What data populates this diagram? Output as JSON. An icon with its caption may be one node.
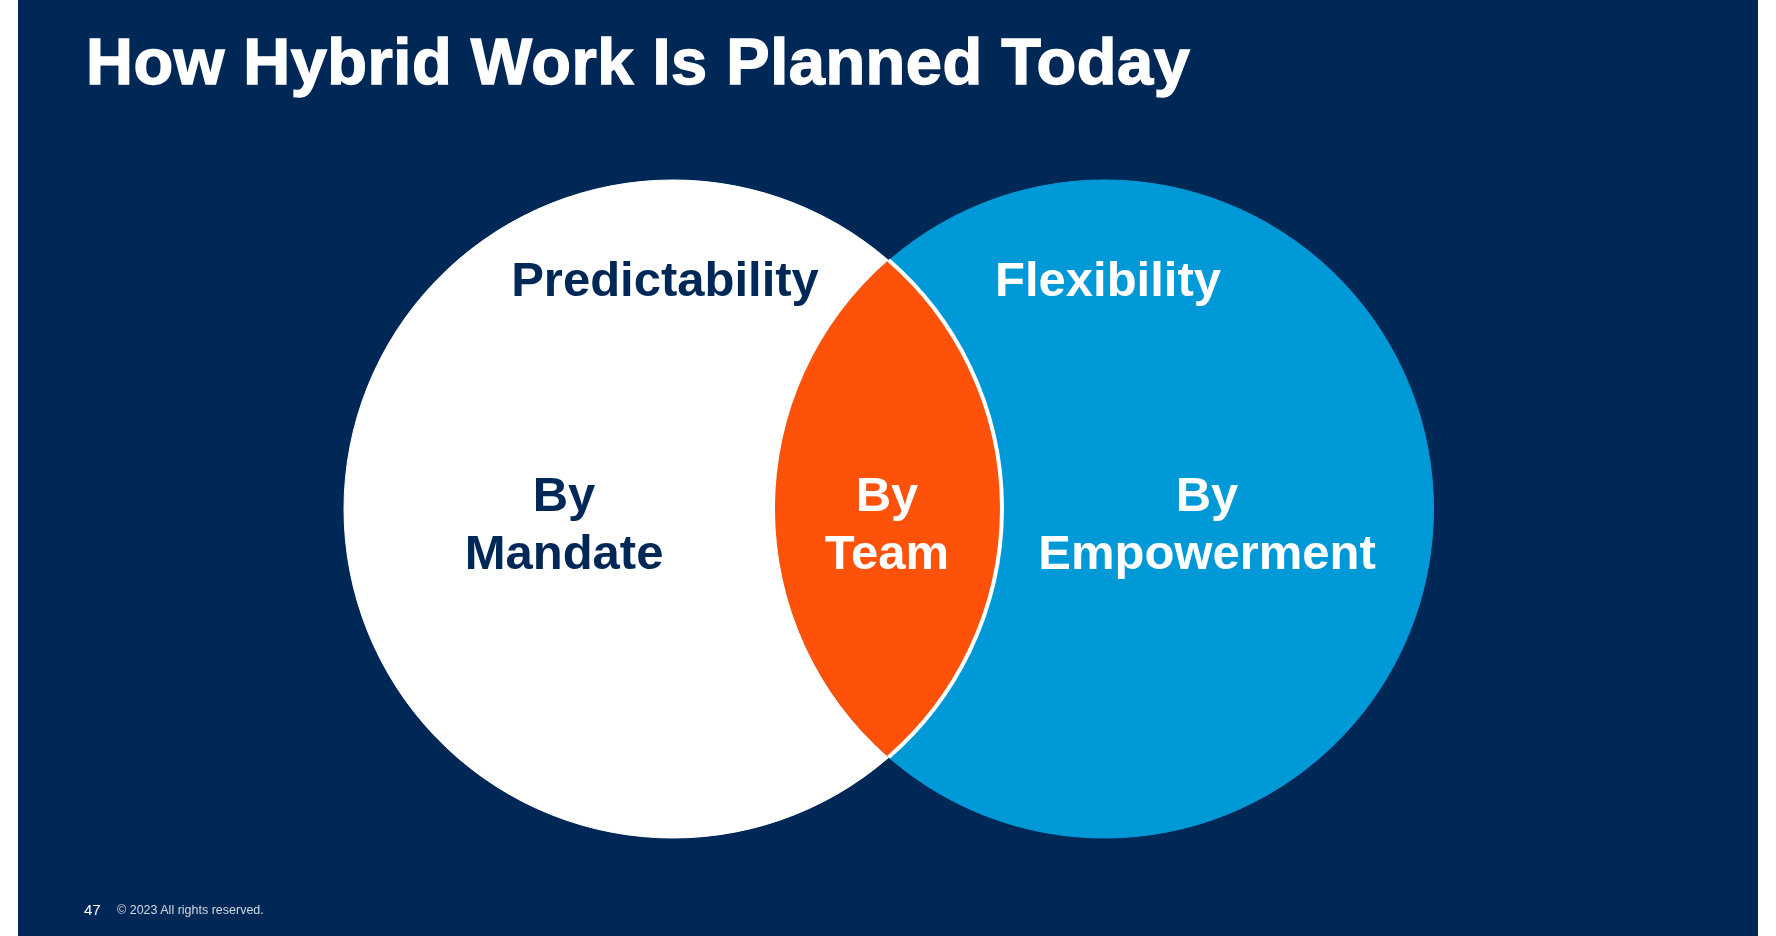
{
  "diagram": {
    "title": "How Hybrid Work Is Planned Today",
    "nodes": [
      {
        "text": [
          "Predictability",
          "By Mandate"
        ]
      },
      {
        "text": [
          "Flexibility",
          "By Empowerment"
        ]
      },
      {
        "text": [
          "By Team"
        ]
      }
    ],
    "labels": [
      "47",
      "© 2023 All rights reserved."
    ]
  }
}
